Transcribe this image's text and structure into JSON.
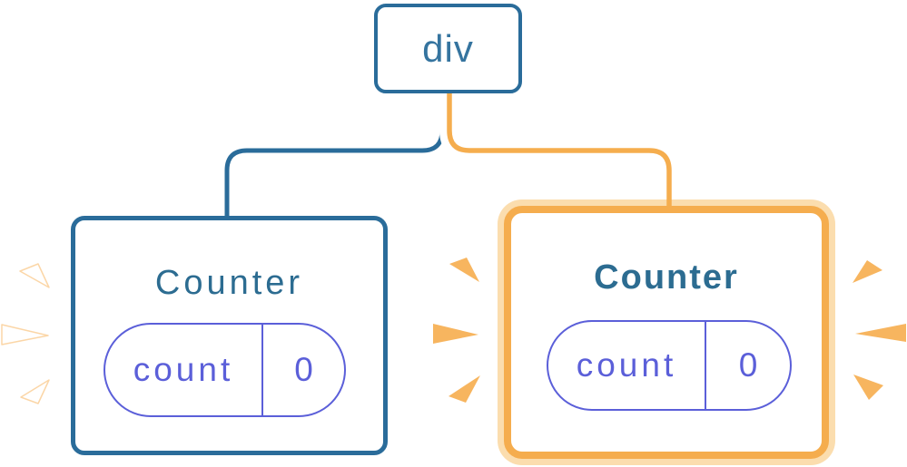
{
  "diagram_title": "component-tree-render-diagram",
  "tree": {
    "root": {
      "label": "div"
    },
    "children": [
      {
        "title": "Counter",
        "pill": {
          "key": "count",
          "value": "0"
        },
        "highlighted": false
      },
      {
        "title": "Counter",
        "pill": {
          "key": "count",
          "value": "0"
        },
        "highlighted": true
      }
    ]
  },
  "colors": {
    "node_border_blue": "#2A6C9A",
    "node_label_blue": "#35749F",
    "card_title_teal": "#2C6C91",
    "state_purple": "#5B5FD9",
    "highlight_orange": "#F5AD4E",
    "highlight_orange_light": "#FBDDAE",
    "flash_mark_orange": "#F7B55F",
    "flash_mark_white": "#FFFFFF",
    "wire_blue": "#2A6C9A",
    "wire_orange": "#F5AD4E",
    "wire_casing_white": "#FFFFFF",
    "background": "#FFFFFF"
  }
}
